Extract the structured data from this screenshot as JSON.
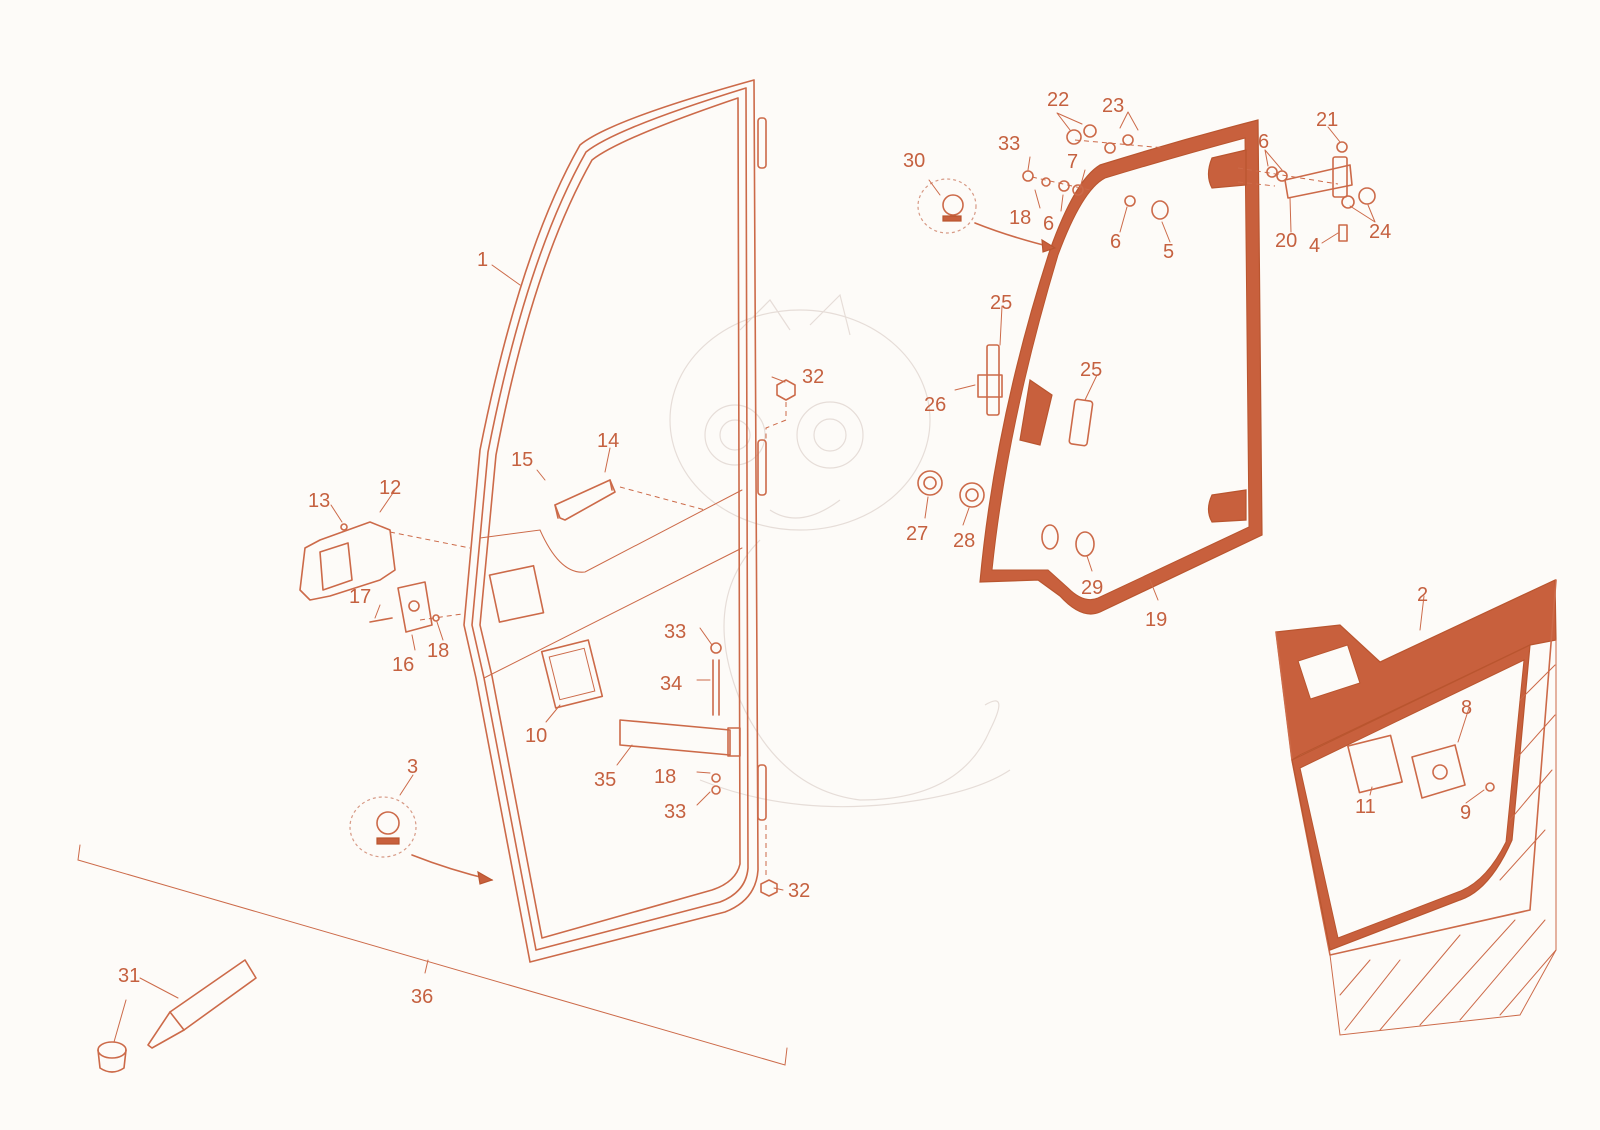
{
  "colors": {
    "accent": "#c8603d",
    "line": "#cc6a49",
    "background": "#fdfbf8",
    "watermark": "#e6ddd8"
  },
  "labels": [
    {
      "id": "1",
      "text": "1"
    },
    {
      "id": "2",
      "text": "2"
    },
    {
      "id": "3",
      "text": "3"
    },
    {
      "id": "4",
      "text": "4"
    },
    {
      "id": "5",
      "text": "5"
    },
    {
      "id": "6a",
      "text": "6"
    },
    {
      "id": "6b",
      "text": "6"
    },
    {
      "id": "6c",
      "text": "6"
    },
    {
      "id": "7",
      "text": "7"
    },
    {
      "id": "8",
      "text": "8"
    },
    {
      "id": "9",
      "text": "9"
    },
    {
      "id": "10",
      "text": "10"
    },
    {
      "id": "11",
      "text": "11"
    },
    {
      "id": "12",
      "text": "12"
    },
    {
      "id": "13",
      "text": "13"
    },
    {
      "id": "14",
      "text": "14"
    },
    {
      "id": "15",
      "text": "15"
    },
    {
      "id": "16",
      "text": "16"
    },
    {
      "id": "17",
      "text": "17"
    },
    {
      "id": "18a",
      "text": "18"
    },
    {
      "id": "18b",
      "text": "18"
    },
    {
      "id": "18c",
      "text": "18"
    },
    {
      "id": "19",
      "text": "19"
    },
    {
      "id": "20",
      "text": "20"
    },
    {
      "id": "21",
      "text": "21"
    },
    {
      "id": "22",
      "text": "22"
    },
    {
      "id": "23",
      "text": "23"
    },
    {
      "id": "24",
      "text": "24"
    },
    {
      "id": "25a",
      "text": "25"
    },
    {
      "id": "25b",
      "text": "25"
    },
    {
      "id": "26",
      "text": "26"
    },
    {
      "id": "27",
      "text": "27"
    },
    {
      "id": "28",
      "text": "28"
    },
    {
      "id": "29",
      "text": "29"
    },
    {
      "id": "30",
      "text": "30"
    },
    {
      "id": "31",
      "text": "31"
    },
    {
      "id": "32a",
      "text": "32"
    },
    {
      "id": "32b",
      "text": "32"
    },
    {
      "id": "33a",
      "text": "33"
    },
    {
      "id": "33b",
      "text": "33"
    },
    {
      "id": "33c",
      "text": "33"
    },
    {
      "id": "34",
      "text": "34"
    },
    {
      "id": "35",
      "text": "35"
    },
    {
      "id": "36",
      "text": "36"
    }
  ]
}
